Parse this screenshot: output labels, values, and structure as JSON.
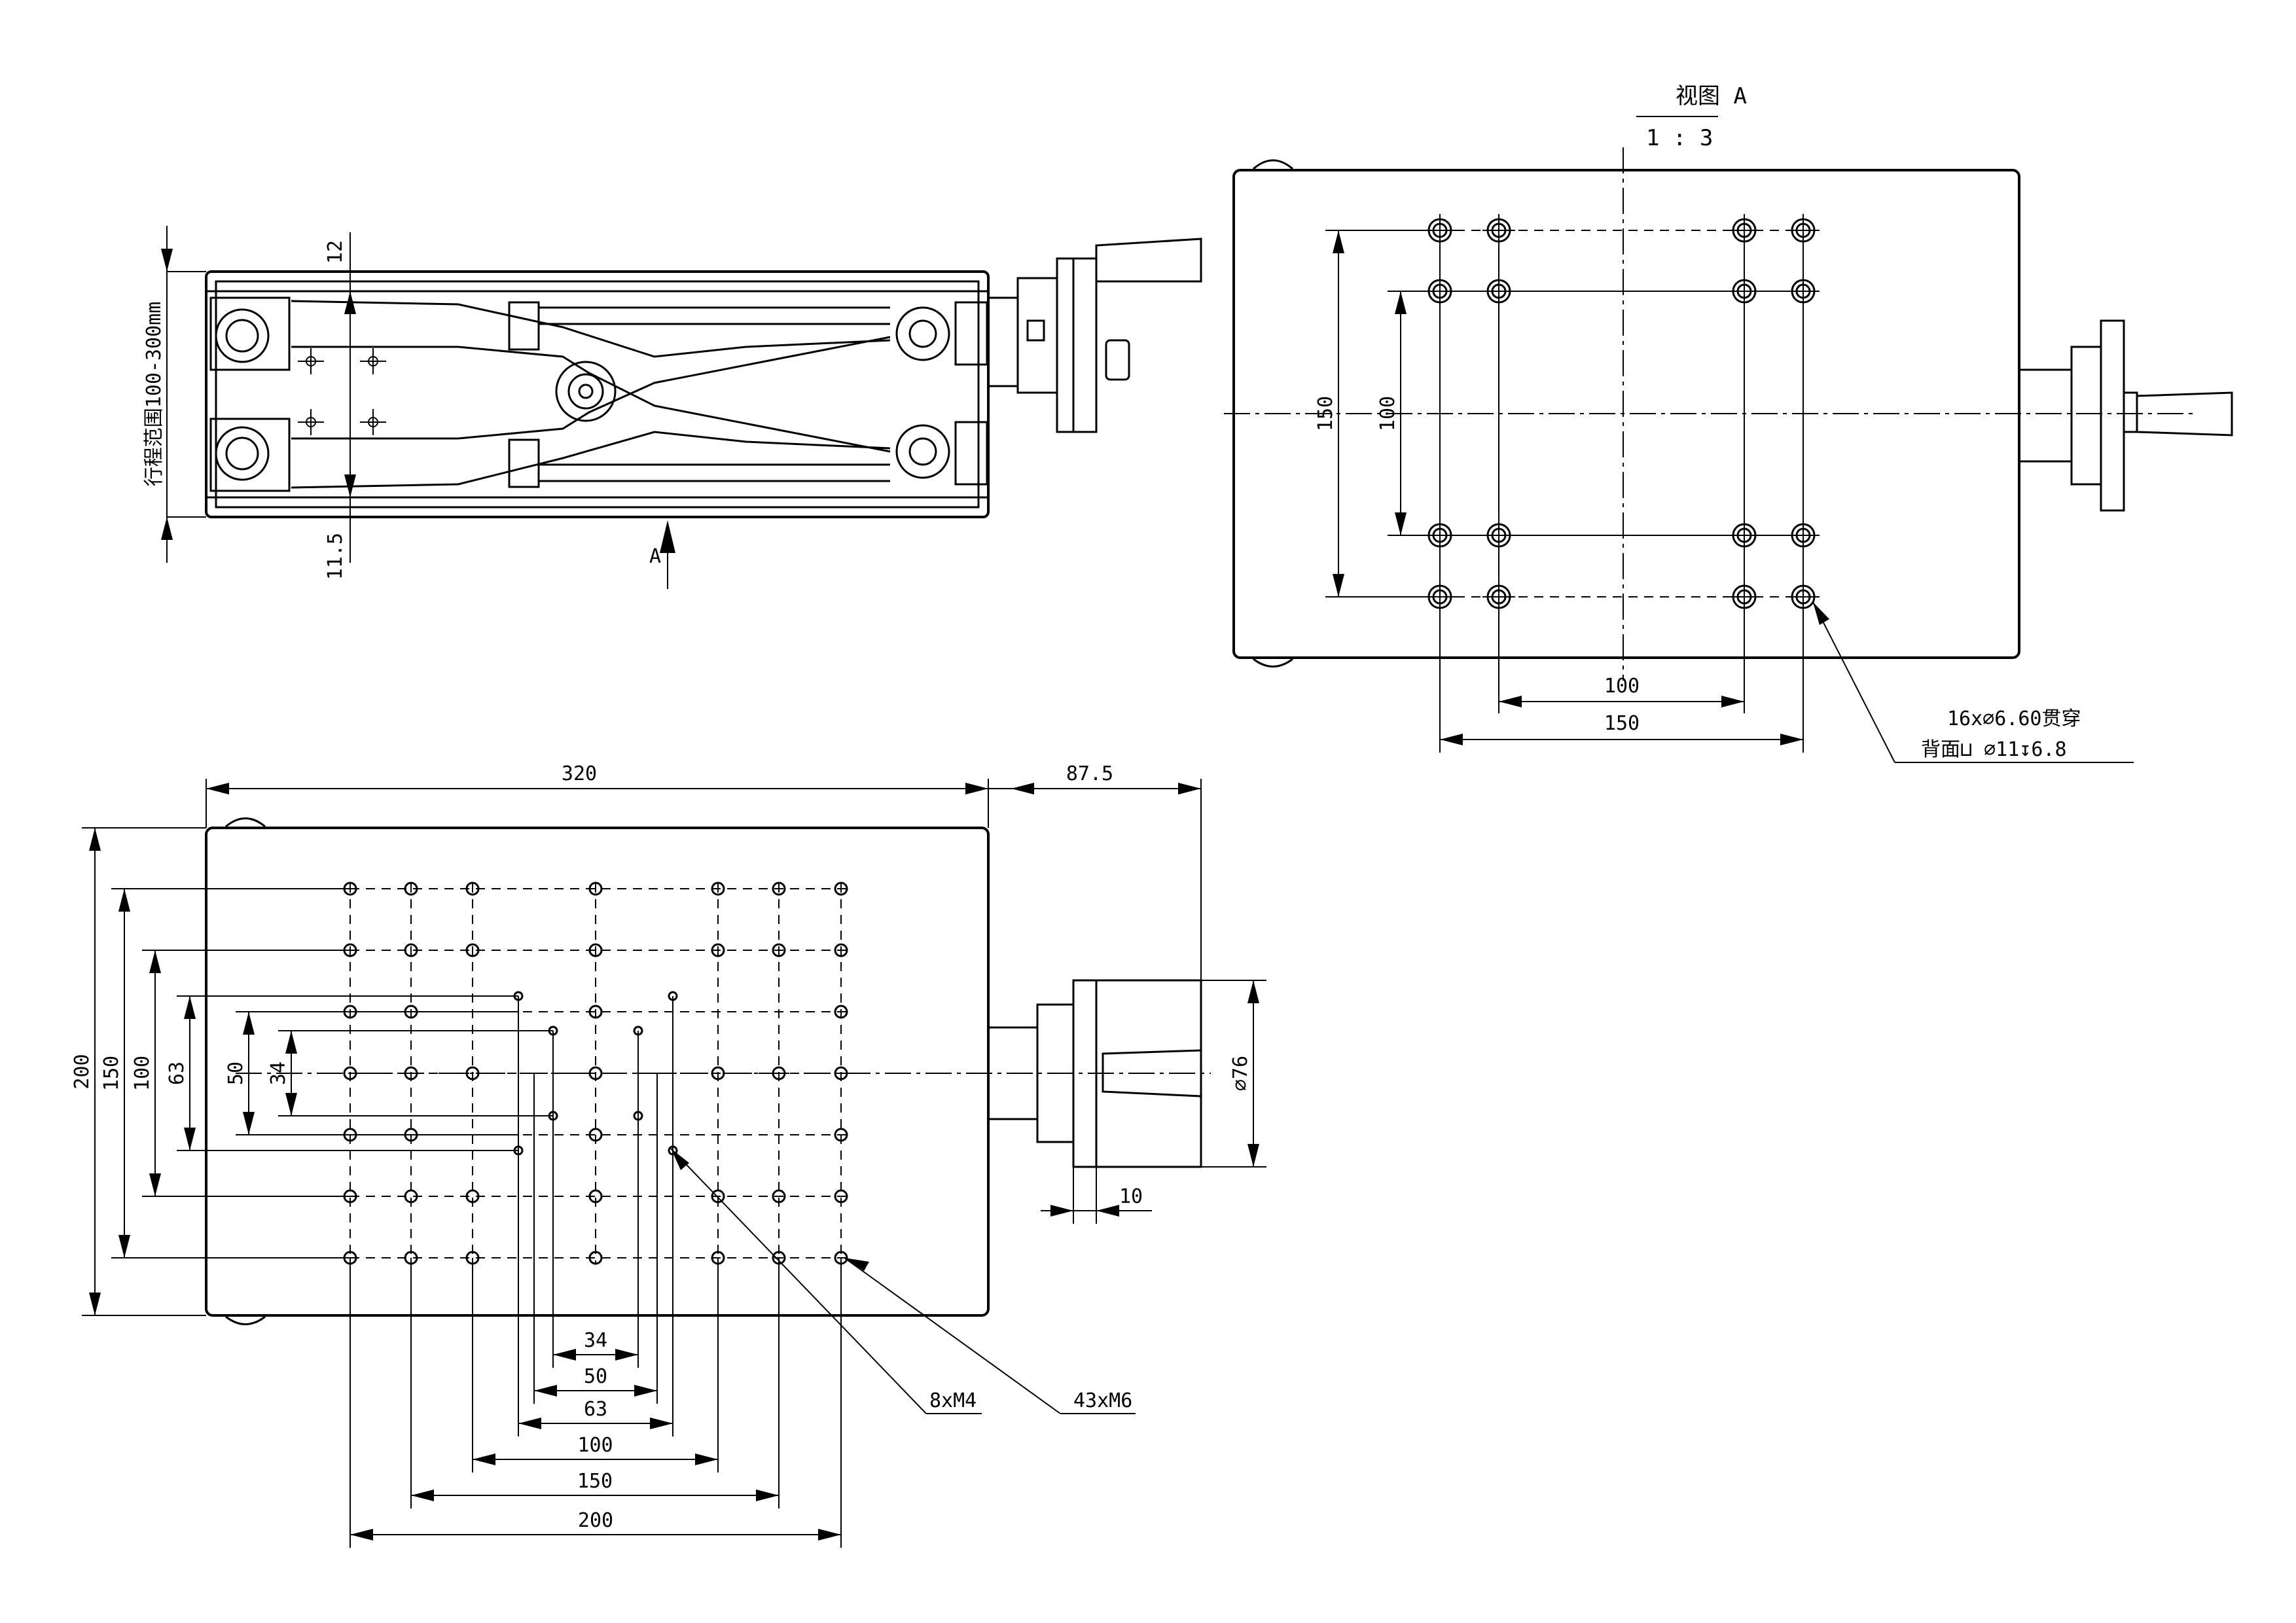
{
  "view_a": {
    "title": "视图 A",
    "scale": "1 : 3",
    "dim_150_v": "150",
    "dim_100_v": "100",
    "dim_100_h": "100",
    "dim_150_h": "150",
    "hole_note_1": "16x∅6.60贯穿",
    "hole_note_2": "背面⊔ ∅11↧6.8"
  },
  "side_view": {
    "stroke_label": "行程范围100-300mm",
    "dim_12": "12",
    "dim_11_5": "11.5",
    "arrow_label": "A"
  },
  "top_view": {
    "dim_320": "320",
    "dim_87_5": "87.5",
    "dim_200_v": "200",
    "dim_150_v": "150",
    "dim_100_v": "100",
    "dim_63_v": "63",
    "dim_50_v": "50",
    "dim_34_v": "34",
    "dim_dia76": "∅76",
    "dim_10": "10",
    "dim_34_h": "34",
    "dim_50_h": "50",
    "dim_63_h": "63",
    "dim_100_h": "100",
    "dim_150_h": "150",
    "dim_200_h": "200",
    "callout_m4": "8xM4",
    "callout_m6": "43xM6"
  }
}
